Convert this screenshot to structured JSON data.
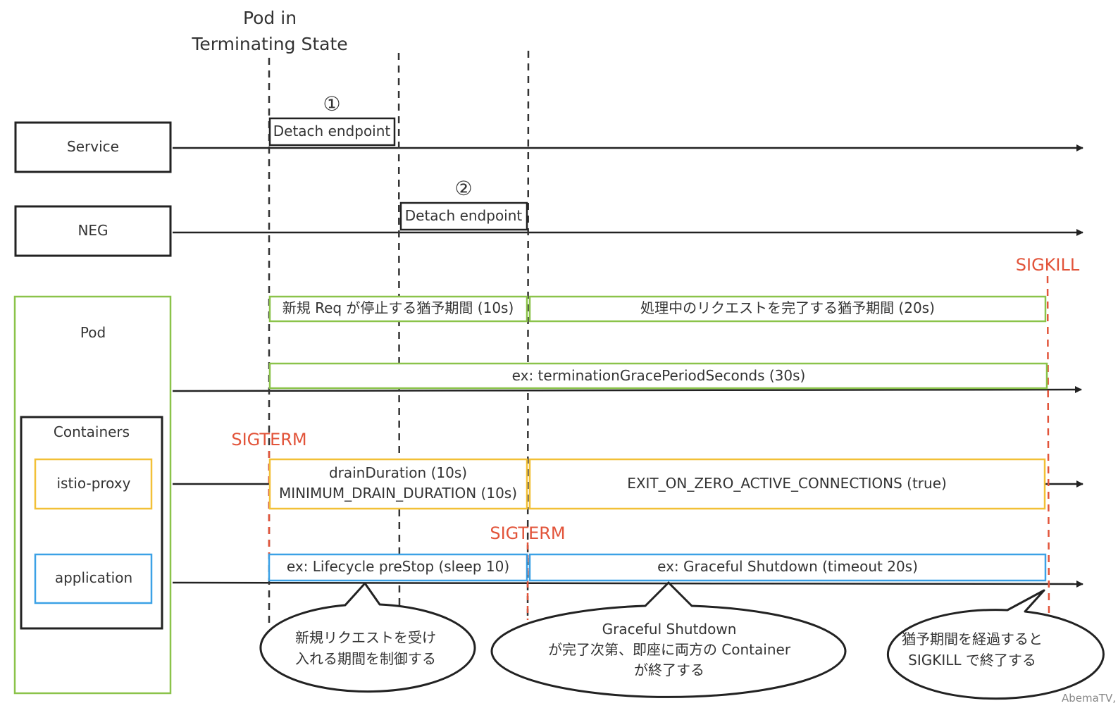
{
  "header": {
    "line1": "Pod in",
    "line2": "Terminating State"
  },
  "markers": {
    "one": "①",
    "two": "②"
  },
  "steps": {
    "service_detach": "Detach endpoint",
    "neg_detach": "Detach endpoint"
  },
  "lanes": {
    "service": "Service",
    "neg": "NEG",
    "pod": "Pod",
    "containers": "Containers",
    "istio_proxy": "istio-proxy",
    "application": "application"
  },
  "signals": {
    "sigkill": "SIGKILL",
    "sigterm_proxy": "SIGTERM",
    "sigterm_app": "SIGTERM"
  },
  "periods": {
    "new_req_grace": "新規 Req が停止する猶予期間 (10s)",
    "inflight_grace": "処理中のリクエストを完了する猶予期間 (20s)",
    "termination_grace": "ex: terminationGracePeriodSeconds (30s)",
    "drain_duration": "drainDuration (10s)",
    "min_drain_duration": "MINIMUM_DRAIN_DURATION (10s)",
    "exit_on_zero": "EXIT_ON_ZERO_ACTIVE_CONNECTIONS (true)",
    "prestop": "ex: Lifecycle preStop (sleep 10)",
    "graceful": "ex: Graceful Shutdown (timeout 20s)"
  },
  "callouts": {
    "left": [
      "新規リクエストを受け",
      "入れる期間を制御する"
    ],
    "middle": [
      "Graceful Shutdown",
      "が完了次第、即座に両方の Container",
      "が終了する"
    ],
    "right": [
      "猶予期間を経過すると",
      "SIGKILL で終了する"
    ]
  },
  "watermark": "AbemaTV,",
  "colors": {
    "green": "#8bc34a",
    "yellow": "#f2c037",
    "blue": "#3ba1e6",
    "red": "#e2543a",
    "black": "#222222"
  }
}
